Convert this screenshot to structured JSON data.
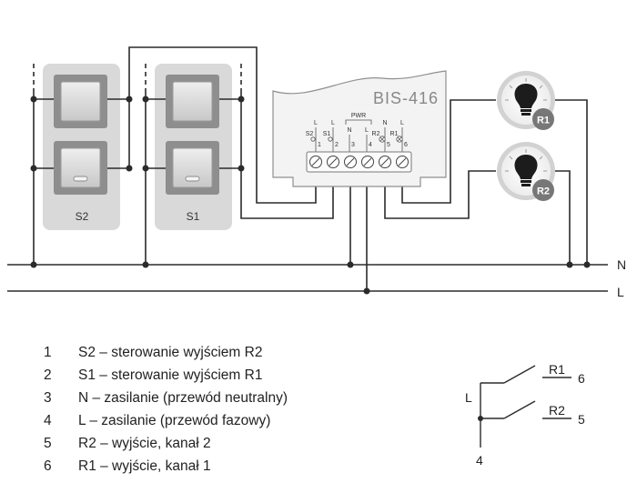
{
  "module": {
    "name": "BIS-416",
    "pwr_label": "PWR",
    "terminals": [
      {
        "number": "1",
        "top_label": "L",
        "switch_label": "S2"
      },
      {
        "number": "2",
        "top_label": "L",
        "switch_label": "S1"
      },
      {
        "number": "3",
        "top_label": "N"
      },
      {
        "number": "4",
        "top_label": "L"
      },
      {
        "number": "5",
        "top_label": "N",
        "output_label": "R2"
      },
      {
        "number": "6",
        "top_label": "L",
        "output_label": "R1"
      }
    ]
  },
  "switches": [
    {
      "label": "S2"
    },
    {
      "label": "S1"
    }
  ],
  "lamps": [
    {
      "label": "R1"
    },
    {
      "label": "R2"
    }
  ],
  "bus": {
    "neutral": "N",
    "live": "L"
  },
  "schematic": {
    "input_label": "L",
    "input_terminal": "4",
    "channels": [
      {
        "label": "R1",
        "terminal": "6"
      },
      {
        "label": "R2",
        "terminal": "5"
      }
    ]
  },
  "legend": [
    {
      "number": "1",
      "text": "S2 – sterowanie wyjściem R2"
    },
    {
      "number": "2",
      "text": "S1 – sterowanie wyjściem R1"
    },
    {
      "number": "3",
      "text": "N – zasilanie (przewód neutralny)"
    },
    {
      "number": "4",
      "text": "L – zasilanie (przewód fazowy)"
    },
    {
      "number": "5",
      "text": "R2 – wyjście, kanał 2"
    },
    {
      "number": "6",
      "text": "R1 – wyjście, kanał 1"
    }
  ],
  "colors": {
    "wire": "#2b2b2b",
    "panel": "#d9d9d9",
    "lamp_badge": "#777777",
    "module_body": "#f3f3f3"
  }
}
